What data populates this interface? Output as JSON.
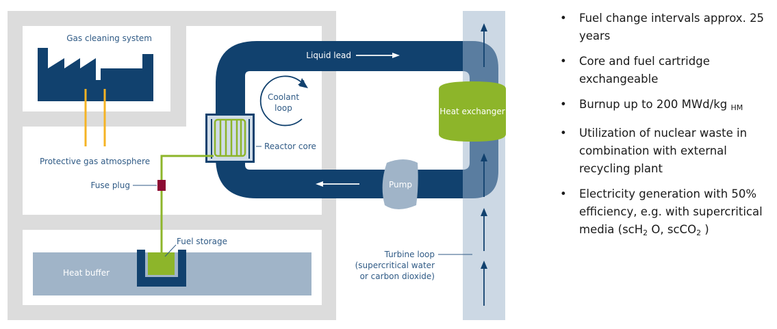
{
  "diagram": {
    "labels": {
      "gas_cleaning": "Gas cleaning system",
      "protective_gas": "Protective gas atmosphere",
      "fuse_plug": "Fuse plug",
      "fuel_storage": "Fuel storage",
      "heat_buffer": "Heat buffer",
      "liquid_lead": "Liquid lead",
      "coolant_loop_line1": "Coolant",
      "coolant_loop_line2": "loop",
      "reactor_core": "Reactor core",
      "heat_exchanger": "Heat exchanger",
      "pump": "Pump",
      "turbine_loop_line1": "Turbine loop",
      "turbine_loop_line2": "(supercritical water",
      "turbine_loop_line3": "or carbon dioxide)"
    },
    "colors": {
      "navy": "#11416e",
      "green": "#8db52a",
      "orange": "#f5b324",
      "fuse": "#8c0a33",
      "wall_gray": "#dcdcdc",
      "heat_buffer": "#a0b4c8",
      "turbine_band": "#ccd8e4",
      "pump": "#a0b4c8",
      "overlap": "#5a7da0"
    }
  },
  "bullets": [
    {
      "text": "Fuel change intervals approx. 25 years"
    },
    {
      "text": "Core and fuel cartridge exchangeable"
    },
    {
      "text_main": "Burnup up to 200 MWd/kg",
      "subscript": "HM"
    },
    {
      "text": "Utilization of nuclear waste in combination with external recycling plant"
    },
    {
      "text_a": "Electricity generation with 50% efficiency, e.g. with supercritical media (scH",
      "sub_a": "2",
      "text_b": " O, scCO",
      "sub_b": "2",
      "text_c": " )"
    }
  ],
  "bullet_glyph": "•"
}
